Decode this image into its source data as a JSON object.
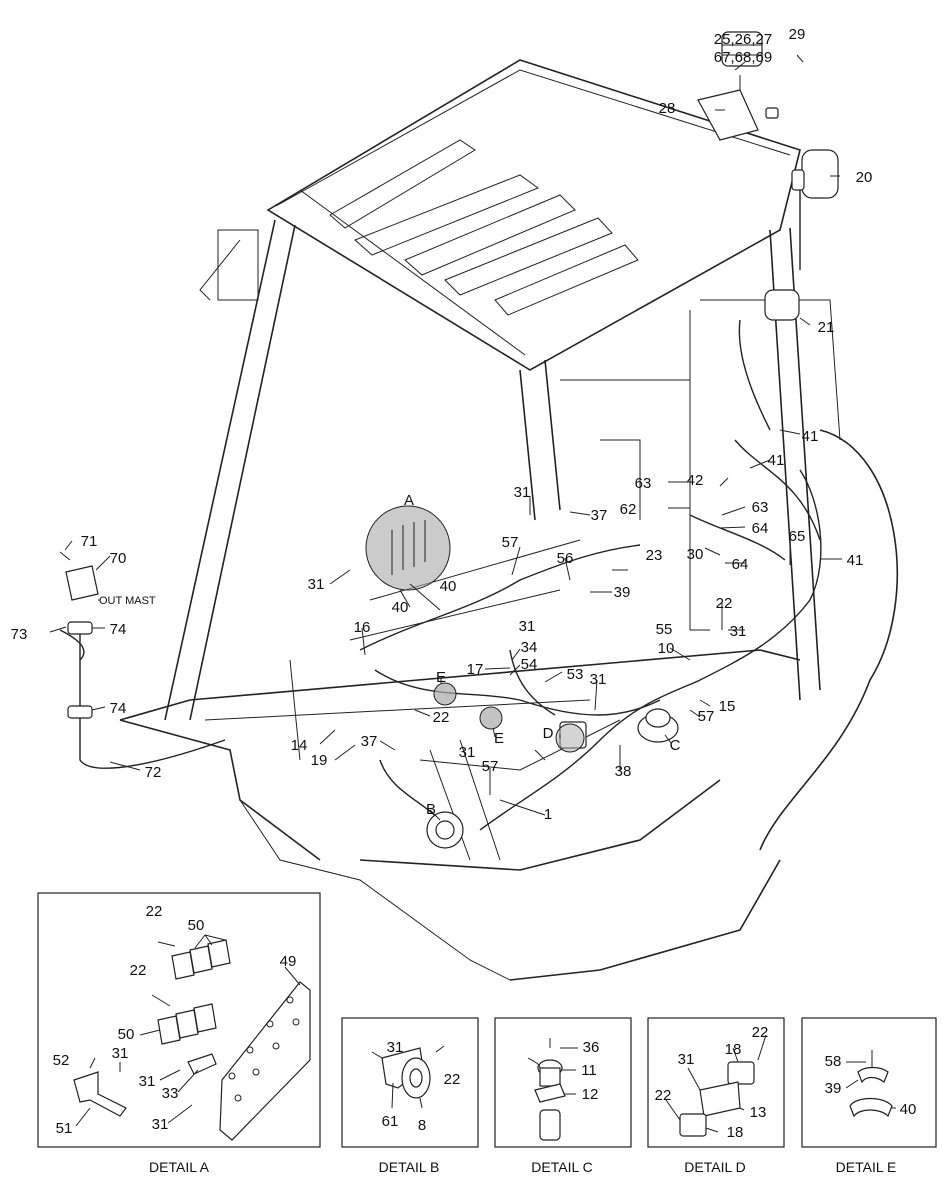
{
  "callouts": {
    "c25": "25,26,27",
    "c67": "67,68,69",
    "c29": "29",
    "c28": "28",
    "c20": "20",
    "c21": "21",
    "c41a": "41",
    "c41b": "41",
    "c41c": "41",
    "c42": "42",
    "c63a": "63",
    "c63b": "63",
    "c62": "62",
    "c64a": "64",
    "c64b": "64",
    "c65": "65",
    "c30": "30",
    "cA": "A",
    "c31a": "31",
    "c37a": "37",
    "c57a": "57",
    "c56": "56",
    "c23": "23",
    "c39": "39",
    "c31b": "31",
    "c40a": "40",
    "c40b": "40",
    "c22a": "22",
    "c55": "55",
    "c31c": "31",
    "c16": "16",
    "c34": "34",
    "c54": "54",
    "c53": "53",
    "c31d": "31",
    "c10": "10",
    "c17": "17",
    "cE1": "E",
    "cE2": "E",
    "c22b": "22",
    "cD": "D",
    "cC": "C",
    "c57b": "57",
    "c15": "15",
    "c14": "14",
    "c19": "19",
    "c37b": "37",
    "c31e": "31",
    "c38": "38",
    "c57c": "57",
    "cB": "B",
    "c1": "1",
    "c71": "71",
    "c70": "70",
    "out_mast": "OUT MAST",
    "c73": "73",
    "c74a": "74",
    "c74b": "74",
    "c72": "72"
  },
  "detail_a": {
    "caption": "DETAIL A",
    "labels": [
      "22",
      "50",
      "22",
      "49",
      "50",
      "52",
      "31",
      "31",
      "33",
      "51",
      "31"
    ]
  },
  "detail_b": {
    "caption": "DETAIL B",
    "labels": [
      "31",
      "22",
      "61",
      "8"
    ]
  },
  "detail_c": {
    "caption": "DETAIL C",
    "labels": [
      "36",
      "11",
      "12"
    ]
  },
  "detail_d": {
    "caption": "DETAIL D",
    "labels": [
      "22",
      "18",
      "31",
      "22",
      "13",
      "18"
    ]
  },
  "detail_e": {
    "caption": "DETAIL E",
    "labels": [
      "58",
      "39",
      "40"
    ]
  }
}
